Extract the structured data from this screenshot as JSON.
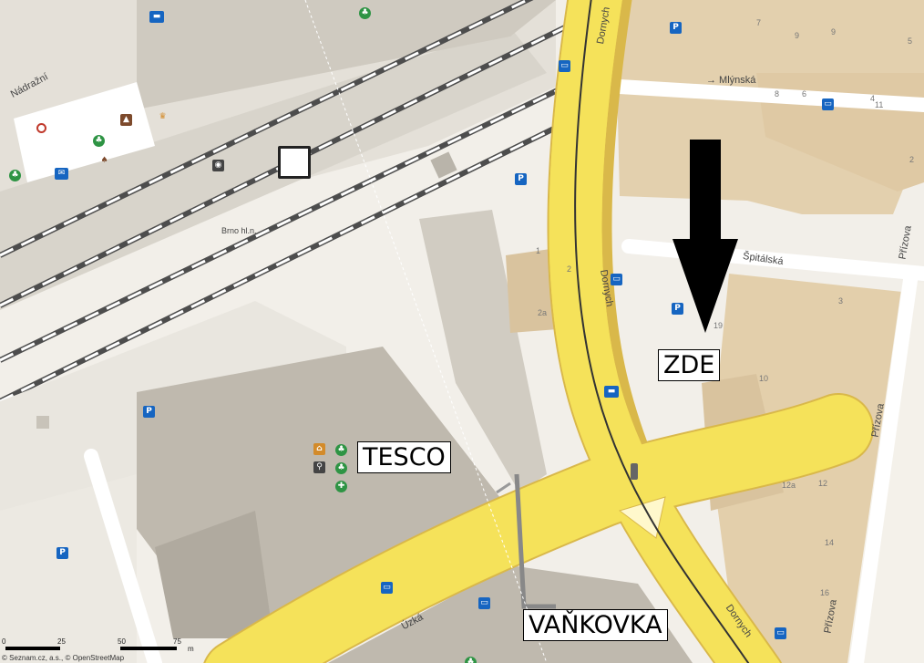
{
  "callouts": {
    "zde": "ZDE",
    "tesco": "TESCO",
    "vankovka": "VAŇKOVKA"
  },
  "streets": {
    "nadrazni": "Nádražní",
    "mlynska": "→ Mlýnská",
    "spilberk": "Špitálská",
    "dornych_upper": "Dornych",
    "dornych_mid": "Dornych",
    "dornych_lower": "Dornych",
    "uvoz": "Úzká",
    "prizova_upper": "Přízova",
    "prizova_mid": "Přízova",
    "prizova_lower": "Přízova",
    "hala": "Brno hl.n."
  },
  "house_numbers": [
    "9",
    "7",
    "9",
    "8",
    "6",
    "5",
    "4",
    "3",
    "10",
    "12",
    "12a",
    "14",
    "16",
    "19",
    "1",
    "2",
    "2a",
    "11",
    "2"
  ],
  "icons": {
    "parking": "parking-icon",
    "bus": "bus-stop-icon",
    "tram": "tram-stop-icon",
    "shop": "shop-icon",
    "restaurant": "restaurant-icon",
    "post": "post-office-icon",
    "arrow": "down-arrow-icon"
  },
  "scale": {
    "t0": "0",
    "t25": "25",
    "t50": "50",
    "t75": "75",
    "unit": "m"
  },
  "attribution": "© Seznam.cz, a.s., © OpenStreetMap",
  "colors": {
    "background": "#f2efe9",
    "building": "#d6d1c7",
    "building_dark": "#bcb7ad",
    "building_tan": "#e2cfae",
    "main_road": "#f5e25a",
    "road_border": "#d9b84a",
    "rail": "#555555",
    "poi_blue": "#1665c1",
    "poi_green": "#2e9444"
  }
}
